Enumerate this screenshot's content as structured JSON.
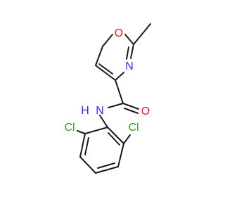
{
  "molecule": {
    "atoms": {
      "O_ring": {
        "label": "O",
        "color": "#e8161d"
      },
      "N_ring": {
        "label": "N",
        "color": "#2d33e0"
      },
      "N_amide": {
        "label": "N",
        "color": "#2d33e0"
      },
      "H_amide": {
        "label": "H",
        "color": "#2d33e0"
      },
      "O_carbonyl": {
        "label": "O",
        "color": "#e8161d"
      },
      "Cl_left": {
        "label": "Cl",
        "color": "#2f9e1f"
      },
      "Cl_right": {
        "label": "Cl",
        "color": "#2f9e1f"
      }
    },
    "bond_color": "#1a1a1a"
  }
}
